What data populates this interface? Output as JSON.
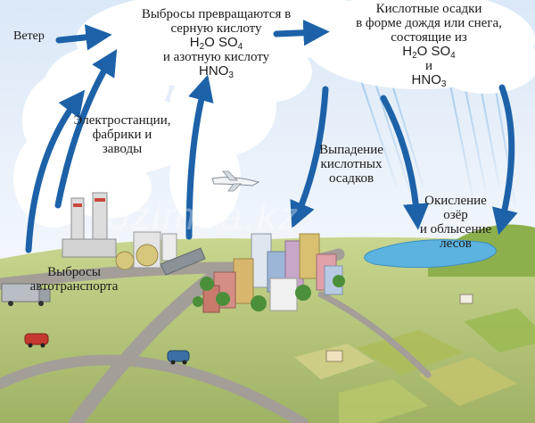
{
  "labels": {
    "wind": "Ветер",
    "emissions": {
      "line1": "Выбросы превращаются в",
      "line2": "серную кислоту",
      "formula1": "H",
      "formula1_sub": "2",
      "formula1_mid": "O SO",
      "formula1_sub2": "4",
      "line3": "и азотную кислоту",
      "formula2": "HNO",
      "formula2_sub": "3"
    },
    "precipitation": {
      "line1": "Кислотные осадки",
      "line2": "в форме дождя или снега,",
      "line3": "состоящие из",
      "formula1": "H",
      "formula1_sub": "2",
      "formula1_mid": "O SO",
      "formula1_sub2": "4",
      "conj": "и",
      "formula2": "HNO",
      "formula2_sub": "3"
    },
    "power_plants": {
      "line1": "Электростанции,",
      "line2": "фабрики и",
      "line3": "заводы"
    },
    "acid_fall": {
      "line1": "Выпадение",
      "line2": "кислотных",
      "line3": "осадков"
    },
    "oxidation": {
      "line1": "Окисление",
      "line2": "озёр",
      "line3": "и облысение",
      "line4": "лесов"
    },
    "traffic": {
      "line1": "Выбросы",
      "line2": "автотранспорта"
    }
  },
  "watermark": "ozimea.kz",
  "colors": {
    "arrow": "#1d62a8",
    "sky": "#e9f1fb",
    "cloud": "#ffffff",
    "ground": "#b6c879",
    "road": "#a39e98",
    "lake": "#5cb3e0"
  }
}
